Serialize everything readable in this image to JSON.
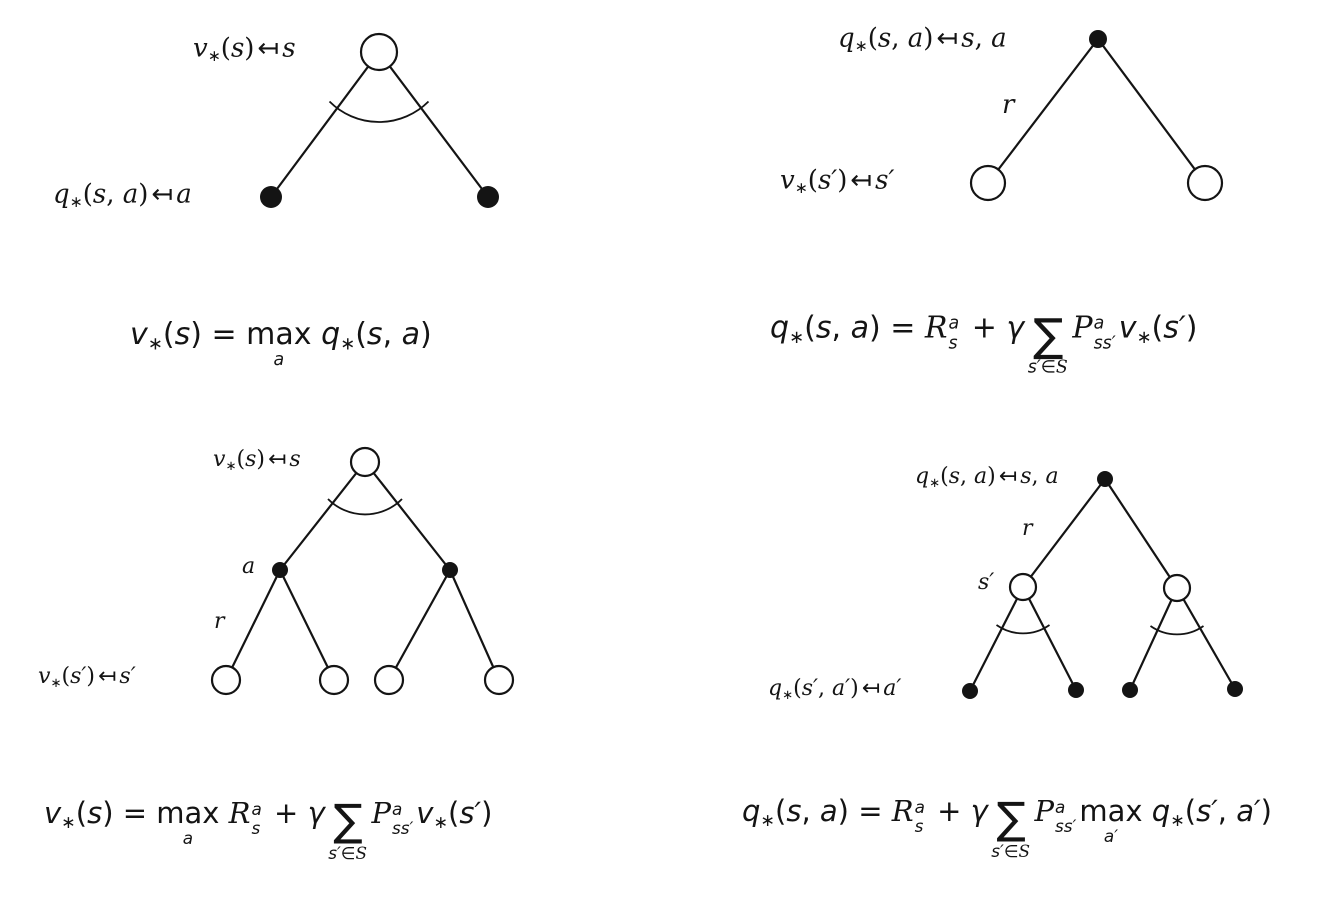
{
  "page": {
    "background": "#ffffff",
    "ink": "#141414"
  },
  "diagrams": {
    "top_left": {
      "root_label": [
        {
          "k": "i",
          "v": "v"
        },
        {
          "k": "sb",
          "v": "∗"
        },
        {
          "k": "r",
          "v": "("
        },
        {
          "k": "i",
          "v": "s"
        },
        {
          "k": "r",
          "v": ")"
        },
        {
          "k": "arr",
          "v": "↤"
        },
        {
          "k": "i",
          "v": "s"
        }
      ],
      "root_label_text": "v∗(s) ↤ s",
      "leaf_label": [
        {
          "k": "i",
          "v": "q"
        },
        {
          "k": "sb",
          "v": "∗"
        },
        {
          "k": "r",
          "v": "("
        },
        {
          "k": "i",
          "v": "s"
        },
        {
          "k": "r",
          "v": ", "
        },
        {
          "k": "i",
          "v": "a"
        },
        {
          "k": "r",
          "v": ")"
        },
        {
          "k": "arr",
          "v": "↤"
        },
        {
          "k": "i",
          "v": "a"
        }
      ],
      "leaf_label_text": "q∗(s, a) ↤ a"
    },
    "top_right": {
      "root_label": [
        {
          "k": "i",
          "v": "q"
        },
        {
          "k": "sb",
          "v": "∗"
        },
        {
          "k": "r",
          "v": "("
        },
        {
          "k": "i",
          "v": "s"
        },
        {
          "k": "r",
          "v": ", "
        },
        {
          "k": "i",
          "v": "a"
        },
        {
          "k": "r",
          "v": ")"
        },
        {
          "k": "arr",
          "v": "↤"
        },
        {
          "k": "i",
          "v": "s"
        },
        {
          "k": "r",
          "v": ", "
        },
        {
          "k": "i",
          "v": "a"
        }
      ],
      "root_label_text": "q∗(s, a) ↤ s, a",
      "reward_label": [
        {
          "k": "i",
          "v": "r"
        }
      ],
      "reward_label_text": "r",
      "leaf_label": [
        {
          "k": "i",
          "v": "v"
        },
        {
          "k": "sb",
          "v": "∗"
        },
        {
          "k": "r",
          "v": "("
        },
        {
          "k": "i",
          "v": "s′"
        },
        {
          "k": "r",
          "v": ")"
        },
        {
          "k": "arr",
          "v": "↤"
        },
        {
          "k": "i",
          "v": "s′"
        }
      ],
      "leaf_label_text": "v∗(s′) ↤ s′"
    },
    "bottom_left": {
      "root_label": [
        {
          "k": "i",
          "v": "v"
        },
        {
          "k": "sb",
          "v": "∗"
        },
        {
          "k": "r",
          "v": "("
        },
        {
          "k": "i",
          "v": "s"
        },
        {
          "k": "r",
          "v": ")"
        },
        {
          "k": "arr",
          "v": "↤"
        },
        {
          "k": "i",
          "v": "s"
        }
      ],
      "root_label_text": "v∗(s) ↤ s",
      "action_label": [
        {
          "k": "i",
          "v": "a"
        }
      ],
      "action_label_text": "a",
      "reward_label": [
        {
          "k": "i",
          "v": "r"
        }
      ],
      "reward_label_text": "r",
      "leaf_label": [
        {
          "k": "i",
          "v": "v"
        },
        {
          "k": "sb",
          "v": "∗"
        },
        {
          "k": "r",
          "v": "("
        },
        {
          "k": "i",
          "v": "s′"
        },
        {
          "k": "r",
          "v": ")"
        },
        {
          "k": "arr",
          "v": "↤"
        },
        {
          "k": "i",
          "v": "s′"
        }
      ],
      "leaf_label_text": "v∗(s′) ↤ s′"
    },
    "bottom_right": {
      "root_label": [
        {
          "k": "i",
          "v": "q"
        },
        {
          "k": "sb",
          "v": "∗"
        },
        {
          "k": "r",
          "v": "("
        },
        {
          "k": "i",
          "v": "s"
        },
        {
          "k": "r",
          "v": ", "
        },
        {
          "k": "i",
          "v": "a"
        },
        {
          "k": "r",
          "v": ")"
        },
        {
          "k": "arr",
          "v": "↤"
        },
        {
          "k": "i",
          "v": "s"
        },
        {
          "k": "r",
          "v": ", "
        },
        {
          "k": "i",
          "v": "a"
        }
      ],
      "root_label_text": "q∗(s, a) ↤ s, a",
      "reward_label": [
        {
          "k": "i",
          "v": "r"
        }
      ],
      "reward_label_text": "r",
      "state_label": [
        {
          "k": "i",
          "v": "s′"
        }
      ],
      "state_label_text": "s′",
      "leaf_label": [
        {
          "k": "i",
          "v": "q"
        },
        {
          "k": "sb",
          "v": "∗"
        },
        {
          "k": "r",
          "v": "("
        },
        {
          "k": "i",
          "v": "s′"
        },
        {
          "k": "r",
          "v": ", "
        },
        {
          "k": "i",
          "v": "a′"
        },
        {
          "k": "r",
          "v": ")"
        },
        {
          "k": "arr",
          "v": "↤"
        },
        {
          "k": "i",
          "v": "a′"
        }
      ],
      "leaf_label_text": "q∗(s′, a′) ↤ a′"
    }
  },
  "equations": {
    "v_star": {
      "text": "v∗(s) = max_a q∗(s, a)",
      "tokens": [
        {
          "k": "i",
          "v": "v"
        },
        {
          "k": "sb",
          "v": "∗"
        },
        {
          "k": "r",
          "v": "("
        },
        {
          "k": "i",
          "v": "s"
        },
        {
          "k": "r",
          "v": ") = "
        },
        {
          "k": "max",
          "op": "max",
          "under": "a"
        },
        {
          "k": "r",
          "v": " "
        },
        {
          "k": "i",
          "v": "q"
        },
        {
          "k": "sb",
          "v": "∗"
        },
        {
          "k": "r",
          "v": "("
        },
        {
          "k": "i",
          "v": "s"
        },
        {
          "k": "r",
          "v": ", "
        },
        {
          "k": "i",
          "v": "a"
        },
        {
          "k": "r",
          "v": ")"
        }
      ]
    },
    "q_star": {
      "text": "q∗(s, a) = R^a_s + γ ∑_{s′∈S} P^a_{ss′} v∗(s′)",
      "tokens": [
        {
          "k": "i",
          "v": "q"
        },
        {
          "k": "sb",
          "v": "∗"
        },
        {
          "k": "r",
          "v": "("
        },
        {
          "k": "i",
          "v": "s"
        },
        {
          "k": "r",
          "v": ", "
        },
        {
          "k": "i",
          "v": "a"
        },
        {
          "k": "r",
          "v": ") = "
        },
        {
          "k": "cal",
          "v": "R"
        },
        {
          "k": "ss",
          "sup": "a",
          "sub": "s"
        },
        {
          "k": "r",
          "v": " + "
        },
        {
          "k": "i",
          "v": "γ"
        },
        {
          "k": "sum",
          "under": [
            {
              "k": "i",
              "v": "s′"
            },
            {
              "k": "r",
              "v": "∈"
            },
            {
              "k": "cal",
              "v": "S"
            }
          ]
        },
        {
          "k": "cal",
          "v": "P"
        },
        {
          "k": "ss",
          "sup": "a",
          "sub": "ss′"
        },
        {
          "k": "i",
          "v": "v"
        },
        {
          "k": "sb",
          "v": "∗"
        },
        {
          "k": "r",
          "v": "("
        },
        {
          "k": "i",
          "v": "s′"
        },
        {
          "k": "r",
          "v": ")"
        }
      ]
    },
    "v_star_expanded": {
      "text": "v∗(s) = max_a R^a_s + γ ∑_{s′∈S} P^a_{ss′} v∗(s′)",
      "tokens": [
        {
          "k": "i",
          "v": "v"
        },
        {
          "k": "sb",
          "v": "∗"
        },
        {
          "k": "r",
          "v": "("
        },
        {
          "k": "i",
          "v": "s"
        },
        {
          "k": "r",
          "v": ") = "
        },
        {
          "k": "max",
          "op": "max",
          "under": "a"
        },
        {
          "k": "r",
          "v": " "
        },
        {
          "k": "cal",
          "v": "R"
        },
        {
          "k": "ss",
          "sup": "a",
          "sub": "s"
        },
        {
          "k": "r",
          "v": " + "
        },
        {
          "k": "i",
          "v": "γ"
        },
        {
          "k": "sum",
          "under": [
            {
              "k": "i",
              "v": "s′"
            },
            {
              "k": "r",
              "v": "∈"
            },
            {
              "k": "cal",
              "v": "S"
            }
          ]
        },
        {
          "k": "cal",
          "v": "P"
        },
        {
          "k": "ss",
          "sup": "a",
          "sub": "ss′"
        },
        {
          "k": "i",
          "v": "v"
        },
        {
          "k": "sb",
          "v": "∗"
        },
        {
          "k": "r",
          "v": "("
        },
        {
          "k": "i",
          "v": "s′"
        },
        {
          "k": "r",
          "v": ")"
        }
      ]
    },
    "q_star_expanded": {
      "text": "q∗(s, a) = R^a_s + γ ∑_{s′∈S} P^a_{ss′} max_a′ q∗(s′, a′)",
      "tokens": [
        {
          "k": "i",
          "v": "q"
        },
        {
          "k": "sb",
          "v": "∗"
        },
        {
          "k": "r",
          "v": "("
        },
        {
          "k": "i",
          "v": "s"
        },
        {
          "k": "r",
          "v": ", "
        },
        {
          "k": "i",
          "v": "a"
        },
        {
          "k": "r",
          "v": ") = "
        },
        {
          "k": "cal",
          "v": "R"
        },
        {
          "k": "ss",
          "sup": "a",
          "sub": "s"
        },
        {
          "k": "r",
          "v": " + "
        },
        {
          "k": "i",
          "v": "γ"
        },
        {
          "k": "sum",
          "under": [
            {
              "k": "i",
              "v": "s′"
            },
            {
              "k": "r",
              "v": "∈"
            },
            {
              "k": "cal",
              "v": "S"
            }
          ]
        },
        {
          "k": "cal",
          "v": "P"
        },
        {
          "k": "ss",
          "sup": "a",
          "sub": "ss′"
        },
        {
          "k": "max",
          "op": "max",
          "under": "a′"
        },
        {
          "k": "r",
          "v": " "
        },
        {
          "k": "i",
          "v": "q"
        },
        {
          "k": "sb",
          "v": "∗"
        },
        {
          "k": "r",
          "v": "("
        },
        {
          "k": "i",
          "v": "s′"
        },
        {
          "k": "r",
          "v": ", "
        },
        {
          "k": "i",
          "v": "a′"
        },
        {
          "k": "r",
          "v": ")"
        }
      ]
    }
  }
}
